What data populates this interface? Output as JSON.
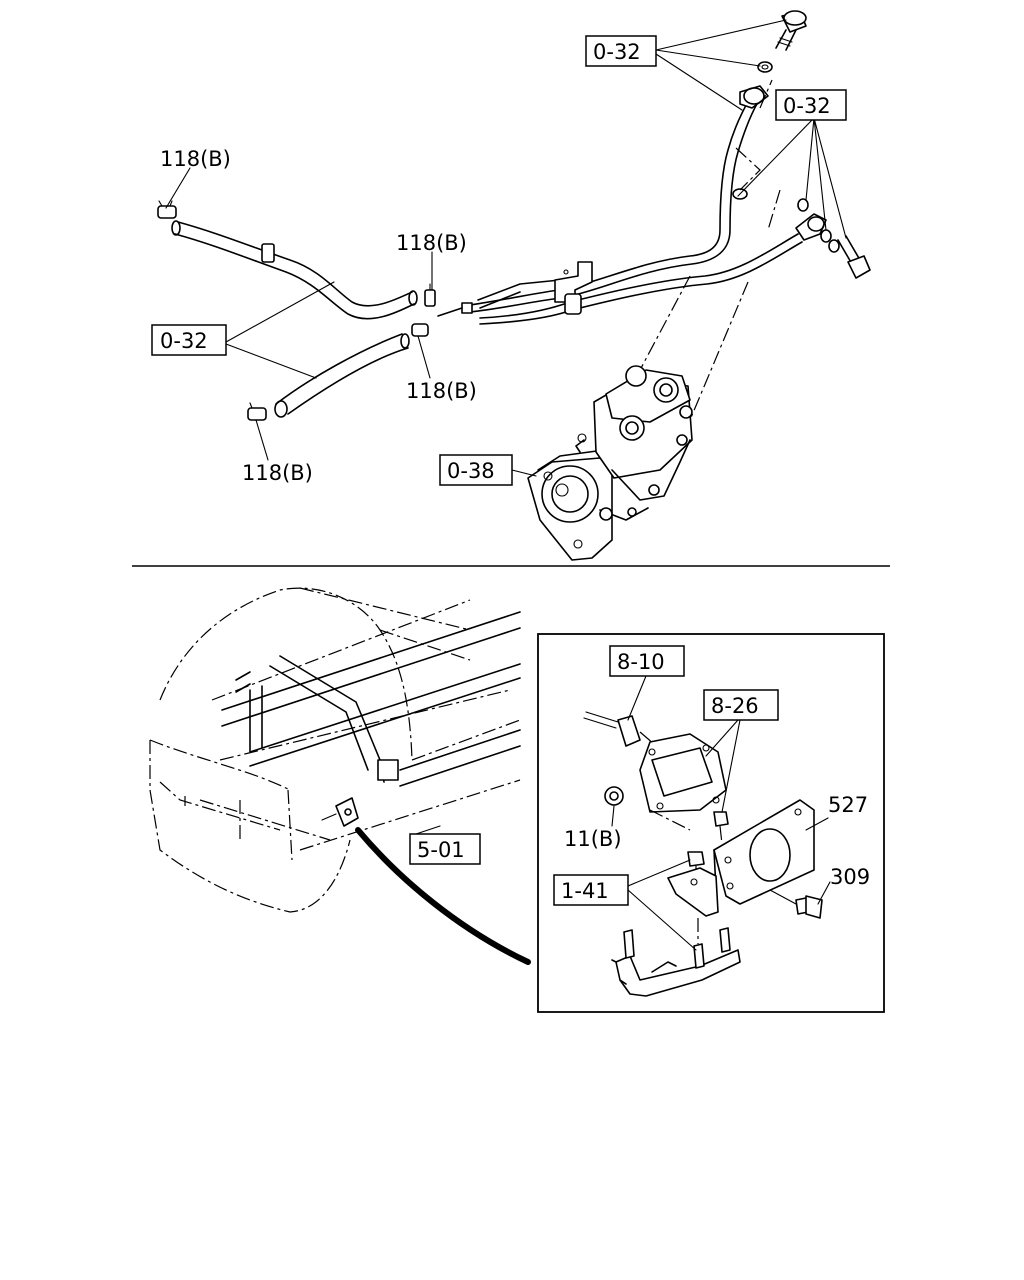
{
  "labels": {
    "clamp_118b_top": "118(B)",
    "clamp_118b_mid": "118(B)",
    "clamp_118b_right": "118(B)",
    "clamp_118b_bottom": "118(B)",
    "ref_0_32_top": "0-32",
    "ref_0_32_right": "0-32",
    "ref_0_32_left": "0-32",
    "ref_0_38": "0-38",
    "ref_5_01": "5-01",
    "ref_8_10": "8-10",
    "ref_8_26": "8-26",
    "ref_1_41": "1-41",
    "nut_11b": "11(B)",
    "part_527": "527",
    "part_309": "309"
  }
}
